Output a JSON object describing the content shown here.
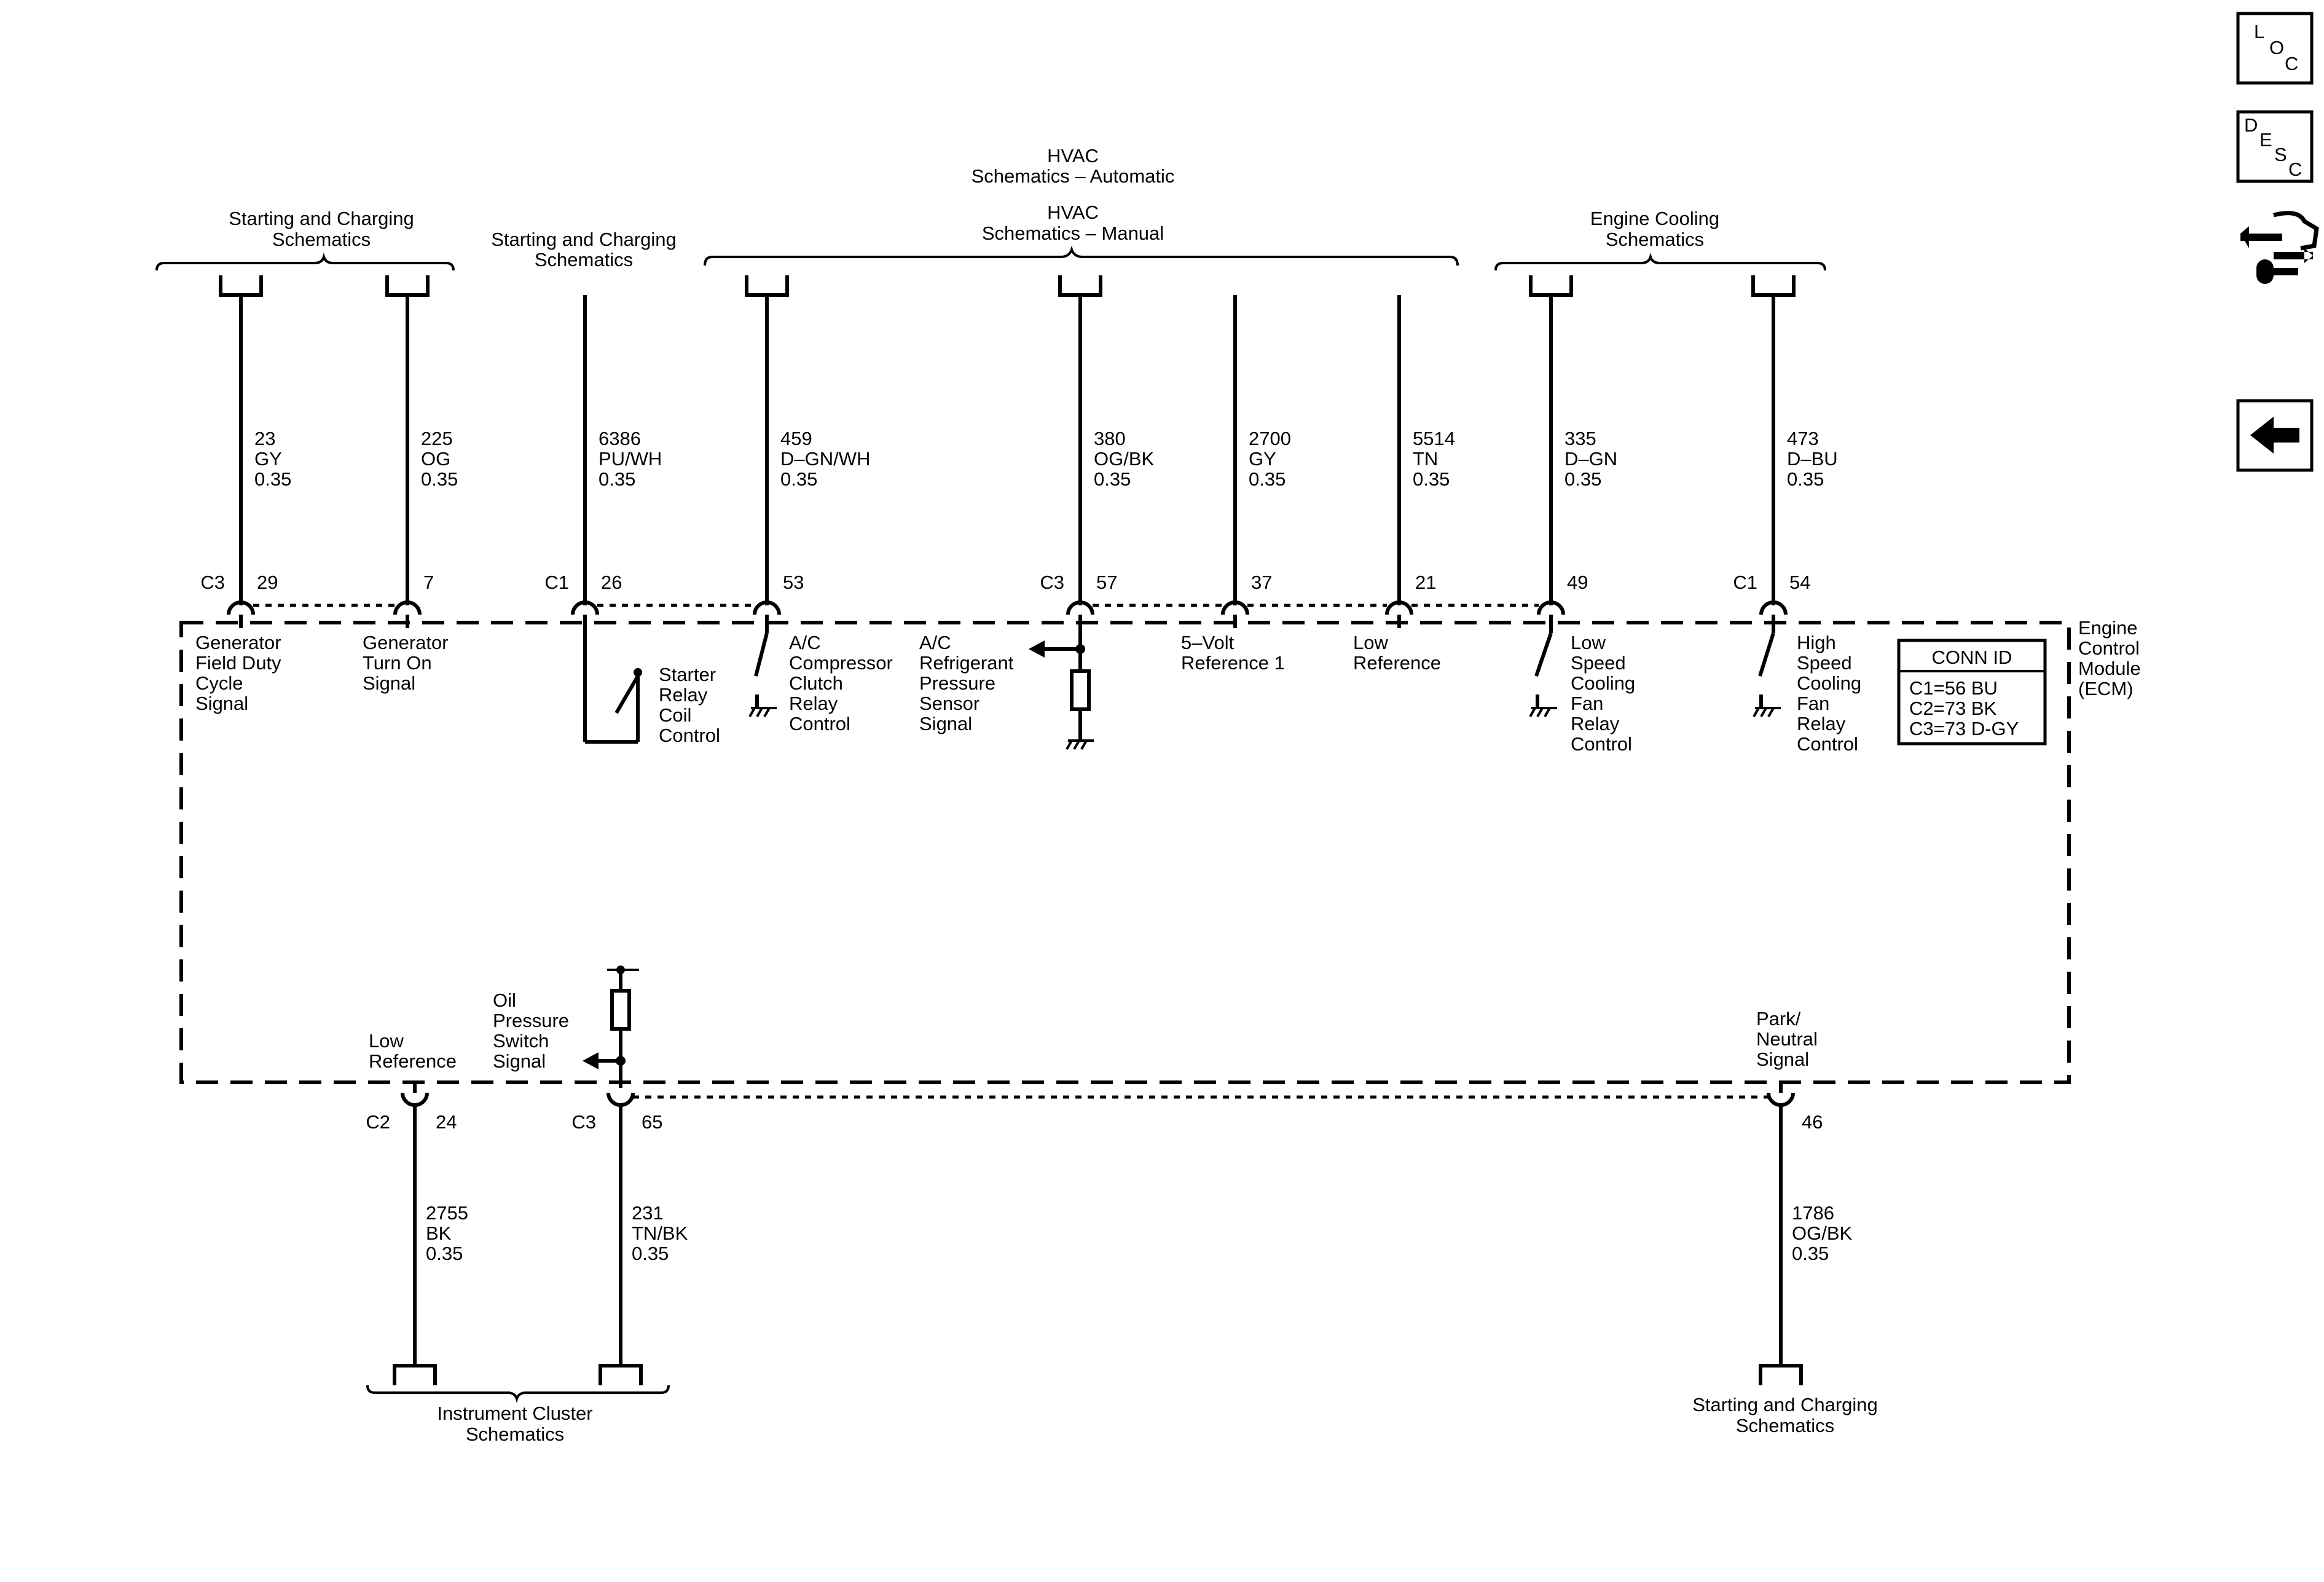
{
  "nav": {
    "loc_label": [
      "L",
      "O",
      "C"
    ],
    "desc_label": [
      "D",
      "E",
      "S",
      "C"
    ],
    "connector_icon": "connector-wrench-icon",
    "back_icon": "back-arrow-icon"
  },
  "ecm": {
    "label": [
      "Engine",
      "Control",
      "Module",
      "(ECM)"
    ]
  },
  "conn_id": {
    "title": "CONN ID",
    "rows": [
      "C1=56 BU",
      "C2=73 BK",
      "C3=73 D-GY"
    ]
  },
  "destinations": {
    "start_charge_top_left": [
      "Starting and Charging",
      "Schematics"
    ],
    "start_charge_top_mid": [
      "Starting and Charging",
      "Schematics"
    ],
    "hvac_auto": [
      "HVAC",
      "Schematics – Automatic"
    ],
    "hvac_manual": [
      "HVAC",
      "Schematics – Manual"
    ],
    "engine_cooling": [
      "Engine Cooling",
      "Schematics"
    ],
    "instrument_cluster": [
      "Instrument Cluster",
      "Schematics"
    ],
    "start_charge_bottom": [
      "Starting and Charging",
      "Schematics"
    ]
  },
  "top_wires": [
    {
      "circuit": "23",
      "color": "GY",
      "gauge": "0.35",
      "conn": "C3",
      "pin": "29",
      "func": [
        "Generator",
        "Field Duty",
        "Cycle",
        "Signal"
      ]
    },
    {
      "circuit": "225",
      "color": "OG",
      "gauge": "0.35",
      "conn": "",
      "pin": "7",
      "func": [
        "Generator",
        "Turn On",
        "Signal"
      ]
    },
    {
      "circuit": "6386",
      "color": "PU/WH",
      "gauge": "0.35",
      "conn": "C1",
      "pin": "26",
      "func": [
        "Starter",
        "Relay",
        "Coil",
        "Control"
      ]
    },
    {
      "circuit": "459",
      "color": "D–GN/WH",
      "gauge": "0.35",
      "conn": "",
      "pin": "53",
      "func": [
        "A/C",
        "Compressor",
        "Clutch",
        "Relay",
        "Control"
      ]
    },
    {
      "circuit": "380",
      "color": "OG/BK",
      "gauge": "0.35",
      "conn": "C3",
      "pin": "57",
      "func": [
        "A/C",
        "Refrigerant",
        "Pressure",
        "Sensor",
        "Signal"
      ]
    },
    {
      "circuit": "2700",
      "color": "GY",
      "gauge": "0.35",
      "conn": "",
      "pin": "37",
      "func": [
        "5–Volt",
        "Reference 1"
      ]
    },
    {
      "circuit": "5514",
      "color": "TN",
      "gauge": "0.35",
      "conn": "",
      "pin": "21",
      "func": [
        "Low",
        "Reference"
      ]
    },
    {
      "circuit": "335",
      "color": "D–GN",
      "gauge": "0.35",
      "conn": "",
      "pin": "49",
      "func": [
        "Low",
        "Speed",
        "Cooling",
        "Fan",
        "Relay",
        "Control"
      ]
    },
    {
      "circuit": "473",
      "color": "D–BU",
      "gauge": "0.35",
      "conn": "C1",
      "pin": "54",
      "func": [
        "High",
        "Speed",
        "Cooling",
        "Fan",
        "Relay",
        "Control"
      ]
    }
  ],
  "bottom_wires": [
    {
      "circuit": "2755",
      "color": "BK",
      "gauge": "0.35",
      "conn": "C2",
      "pin": "24",
      "func": [
        "Low",
        "Reference"
      ]
    },
    {
      "circuit": "231",
      "color": "TN/BK",
      "gauge": "0.35",
      "conn": "C3",
      "pin": "65",
      "func": [
        "Oil",
        "Pressure",
        "Switch",
        "Signal"
      ]
    },
    {
      "circuit": "1786",
      "color": "OG/BK",
      "gauge": "0.35",
      "conn": "",
      "pin": "46",
      "func": [
        "Park/",
        "Neutral",
        "Signal"
      ]
    }
  ]
}
